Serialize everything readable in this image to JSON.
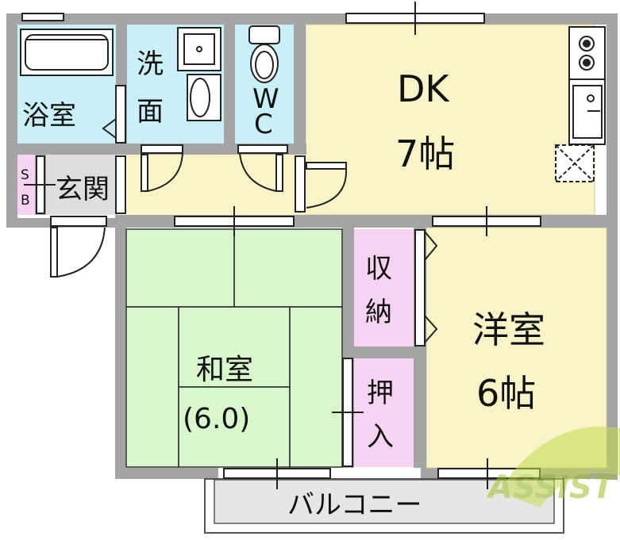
{
  "colors": {
    "wall": "#a4a4a4",
    "wall_dark": "#8c8c8c",
    "floor_dk": "#f8f4c8",
    "floor_youshitsu": "#f8f4c8",
    "floor_corridor": "#f8f4c8",
    "bath_cyan": "#c9f0f6",
    "storage_pink": "#f6d3f1",
    "tatami": "#d8f7cc",
    "balcony": "#e6e6e6",
    "genkan_tile": "#dedede",
    "watermark": "#c8dc50"
  },
  "rooms": {
    "bath": {
      "label": "浴室"
    },
    "washroom": {
      "label_top": "洗",
      "label_bottom": "面"
    },
    "wc": {
      "label_top": "W",
      "label_bottom": "C"
    },
    "dk": {
      "name": "DK",
      "size": "7帖"
    },
    "sb": {
      "label_top": "S",
      "label_bottom": "B"
    },
    "entrance": {
      "label": "玄関"
    },
    "washitsu": {
      "name": "和室",
      "size": "(6.0)"
    },
    "closet": {
      "label_top": "収",
      "label_bottom": "納"
    },
    "oshiire": {
      "label_top": "押",
      "label_bottom": "入"
    },
    "youshitsu": {
      "name": "洋室",
      "size": "6帖"
    },
    "balcony": {
      "label": "バルコニー"
    }
  },
  "watermark": {
    "text": "ASSIST"
  }
}
